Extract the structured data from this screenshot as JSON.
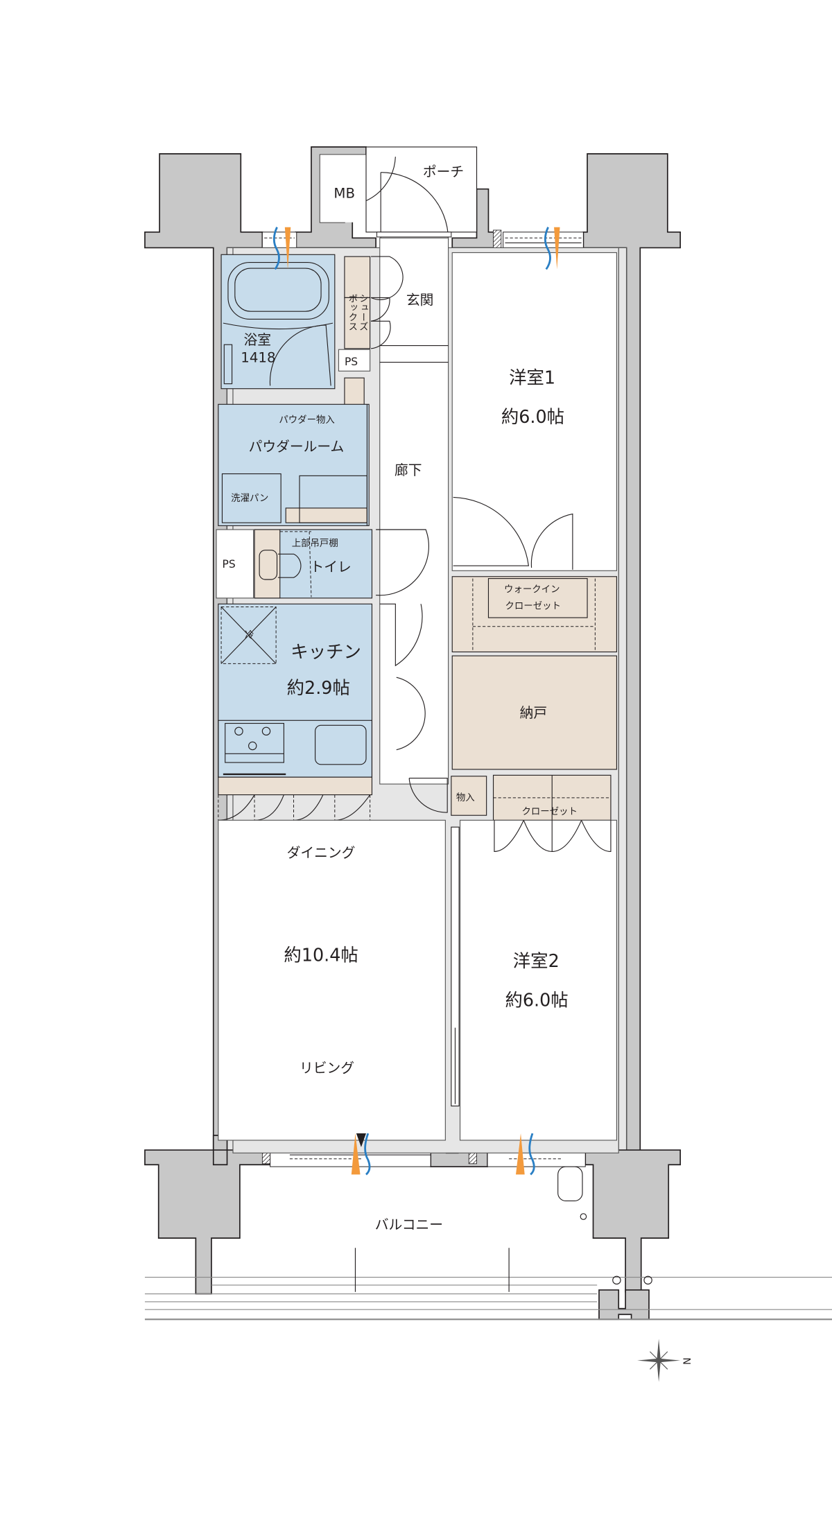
{
  "plan": {
    "rooms": {
      "porch": "ポーチ",
      "meter_box": "MB",
      "entrance": "玄関",
      "shoe_box": [
        "シューズ",
        "ボックス"
      ],
      "bathroom": {
        "name": "浴室",
        "size_code": "1418"
      },
      "pipe_space_1": "PS",
      "powder_storage": "パウダー物入",
      "powder_room": "パウダールーム",
      "washer_pan": "洗濯パン",
      "hallway": "廊下",
      "pipe_space_2": "PS",
      "upper_cabinet": "上部吊戸棚",
      "toilet": "トイレ",
      "kitchen": {
        "name": "キッチン",
        "area": "約2.9帖"
      },
      "fridge_mark": "冷",
      "western_room_1": {
        "name": "洋室1",
        "area": "約6.0帖"
      },
      "walk_in_closet": [
        "ウォークイン",
        "クローゼット"
      ],
      "storeroom": "納戸",
      "storage": "物入",
      "closet": "クローゼット",
      "dining": "ダイニング",
      "living_dining_area": "約10.4帖",
      "living": "リビング",
      "western_room_2": {
        "name": "洋室2",
        "area": "約6.0帖"
      },
      "balcony": "バルコニー"
    },
    "compass": {
      "label": "N"
    },
    "colors": {
      "wall": "#c8c8c8",
      "wet_area": "#c7dceb",
      "storage": "#ebe0d3",
      "airflow_warm": "#f39a3c",
      "airflow_cool": "#2a7fc4"
    }
  }
}
